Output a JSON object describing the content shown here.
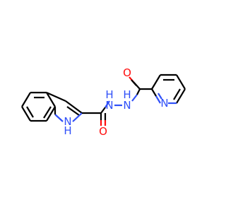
{
  "molecule": {
    "atoms": {
      "o_carbonyl_right": {
        "symbol": "O",
        "color": "#ff0d0d"
      },
      "o_carbonyl_left": {
        "symbol": "O",
        "color": "#ff0d0d"
      },
      "n_pyridine": {
        "symbol": "N",
        "color": "#3050f8"
      },
      "n_hydrazide_right": {
        "symbol": "N",
        "color": "#3050f8",
        "h": "H"
      },
      "n_hydrazide_left": {
        "symbol": "N",
        "color": "#3050f8",
        "h": "H"
      },
      "n_indole": {
        "symbol": "N",
        "color": "#3050f8",
        "h": "H"
      }
    },
    "colors": {
      "carbon_bond": "#000000",
      "oxygen": "#ff0d0d",
      "nitrogen": "#3050f8",
      "background": "#ffffff"
    }
  }
}
